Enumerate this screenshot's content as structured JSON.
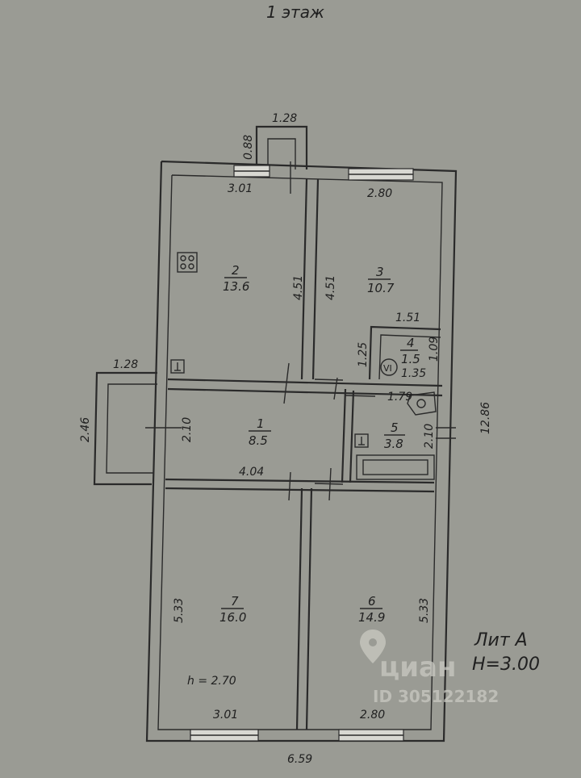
{
  "title": "1 этаж",
  "litera": "Лит А",
  "height_label": "H=3.00",
  "room_height_label": "h = 2.70",
  "watermark": {
    "brand": "циан",
    "id": "ID 305122182"
  },
  "rooms": [
    {
      "num": "1",
      "area": "8.5"
    },
    {
      "num": "2",
      "area": "13.6"
    },
    {
      "num": "3",
      "area": "10.7"
    },
    {
      "num": "4",
      "area": "1.5"
    },
    {
      "num": "5",
      "area": "3.8"
    },
    {
      "num": "6",
      "area": "14.9"
    },
    {
      "num": "7",
      "area": "16.0"
    }
  ],
  "dimensions": {
    "chimney_w": "1.28",
    "chimney_h": "0.88",
    "r2_top": "3.01",
    "r3_top": "2.80",
    "r2_side": "4.51",
    "r3_side": "4.51",
    "r4_top": "1.51",
    "r4_left": "1.25",
    "r4_right": "1.09",
    "r4_bottom": "1.35",
    "porch_w": "1.28",
    "porch_h": "2.46",
    "r1_left": "2.10",
    "r1_bottom": "4.04",
    "r5_top": "1.79",
    "r5_right": "2.10",
    "total_h": "12.86",
    "r7_left": "5.33",
    "r6_right": "5.33",
    "r7_bottom": "3.01",
    "r6_bottom": "2.80",
    "total_w": "6.59"
  }
}
